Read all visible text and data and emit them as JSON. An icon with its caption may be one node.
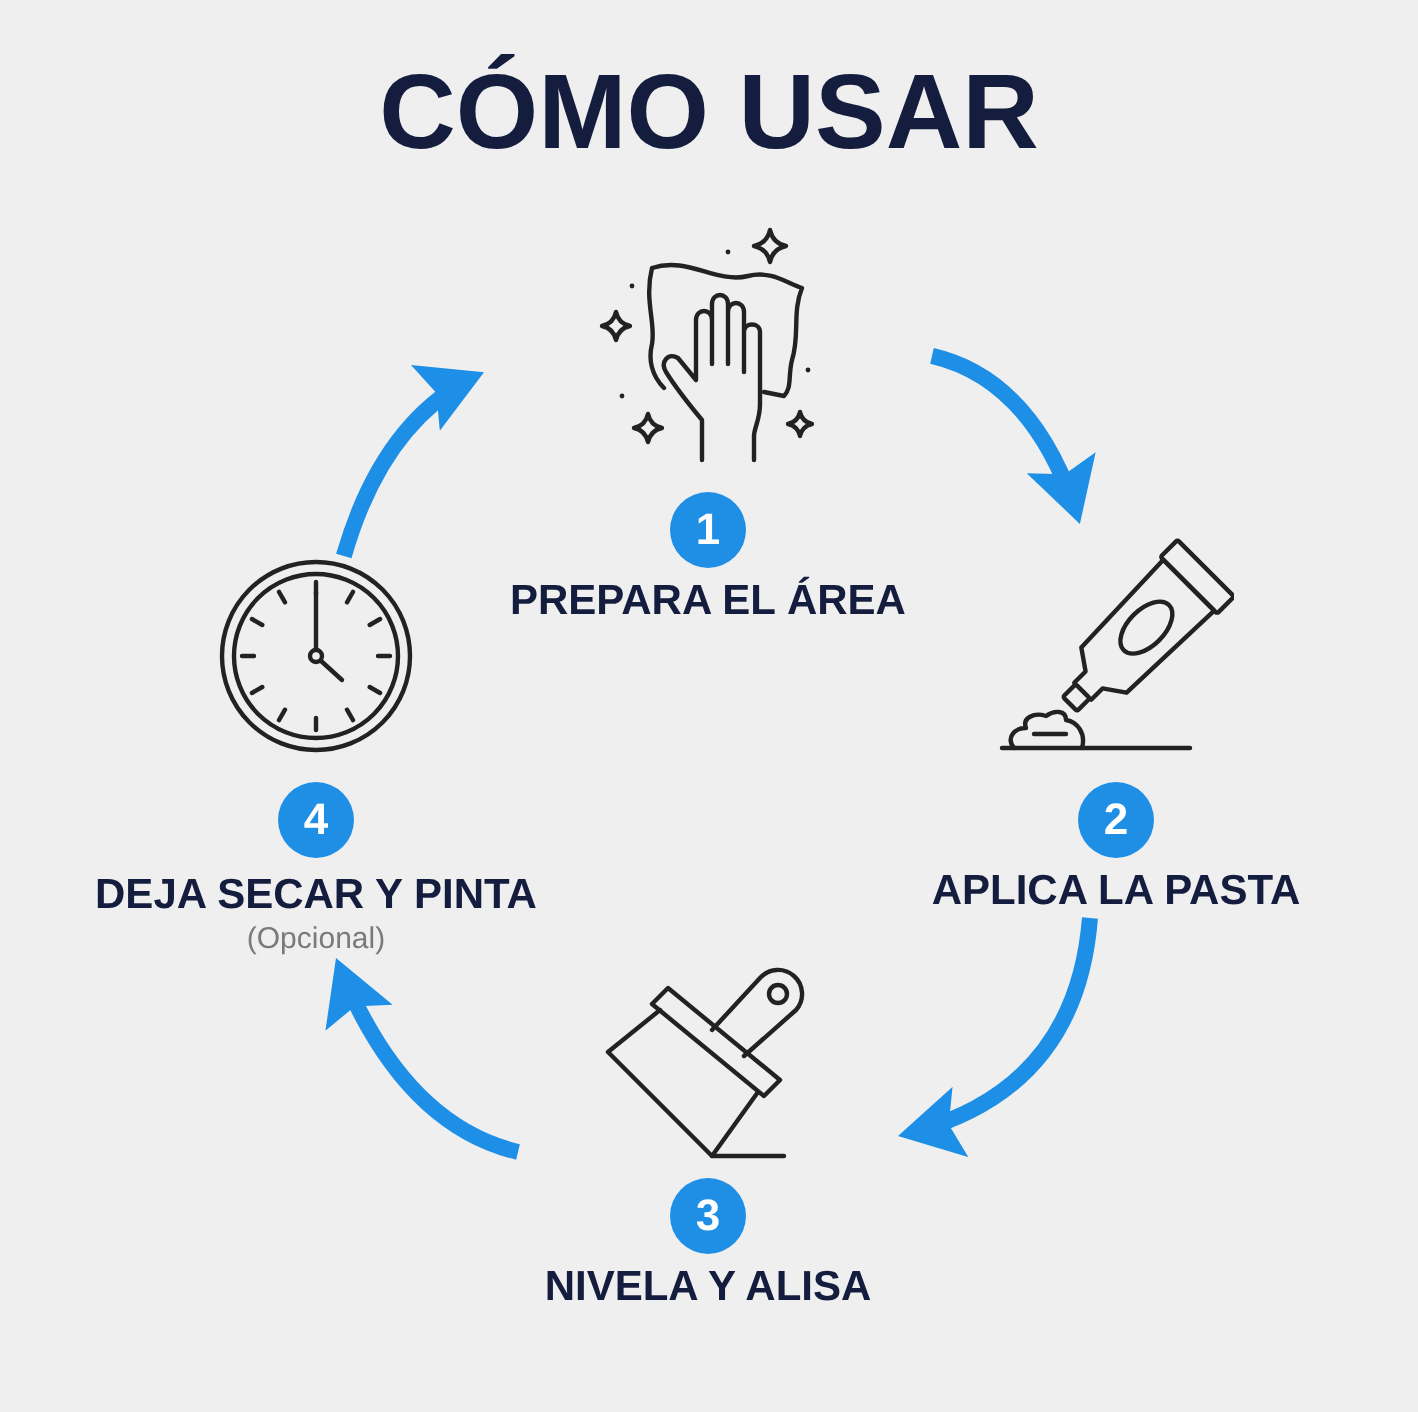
{
  "diagram": {
    "title": "CÓMO USAR",
    "nodes": [
      {
        "text": [
          "1",
          "PREPARA EL ÁREA"
        ]
      },
      {
        "text": [
          "2",
          "APLICA LA PASTA"
        ]
      },
      {
        "text": [
          "3",
          "NIVELA Y ALISA"
        ]
      },
      {
        "text": [
          "4",
          "DEJA SECAR Y PINTA",
          "(Opcional)"
        ]
      }
    ],
    "edges": [
      {
        "from": 0,
        "to": 1,
        "arrow": "to"
      },
      {
        "from": 1,
        "to": 2,
        "arrow": "to"
      },
      {
        "from": 2,
        "to": 3,
        "arrow": "to"
      },
      {
        "from": 3,
        "to": 0,
        "arrow": "to"
      }
    ]
  }
}
